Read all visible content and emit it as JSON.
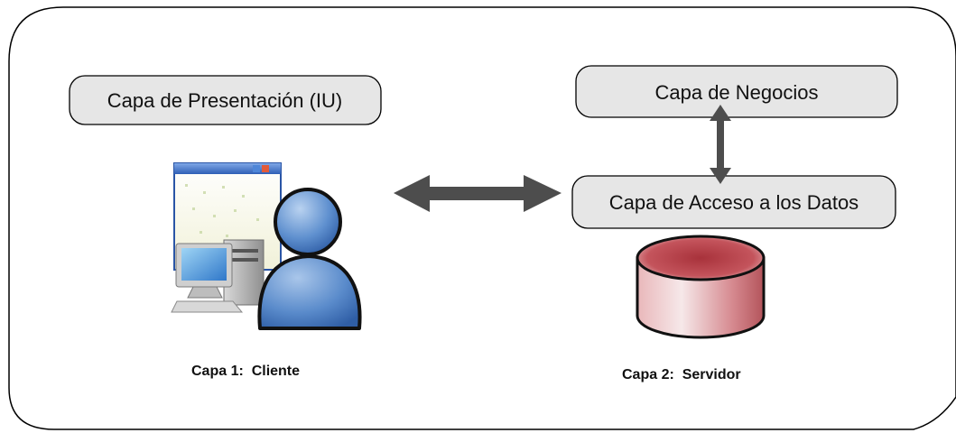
{
  "diagram": {
    "client": {
      "presentation_layer": "Capa de Presentación (IU)",
      "tier_label": "Capa 1:  Cliente",
      "icons": [
        "computer-icon",
        "user-icon"
      ]
    },
    "server": {
      "business_layer": "Capa de Negocios",
      "data_access_layer": "Capa de Acceso a los Datos",
      "tier_label": "Capa 2:  Servidor",
      "icons": [
        "database-icon"
      ]
    },
    "connections": [
      {
        "from": "client",
        "to": "data_access_layer",
        "style": "bidirectional-arrow"
      },
      {
        "from": "data_access_layer",
        "to": "business_layer",
        "style": "bidirectional-arrow"
      }
    ],
    "colors": {
      "node_fill": "#e6e6e6",
      "arrow": "#4d4d4d",
      "user_blue": "#4f7fc2",
      "database_red": "#b24148"
    }
  }
}
